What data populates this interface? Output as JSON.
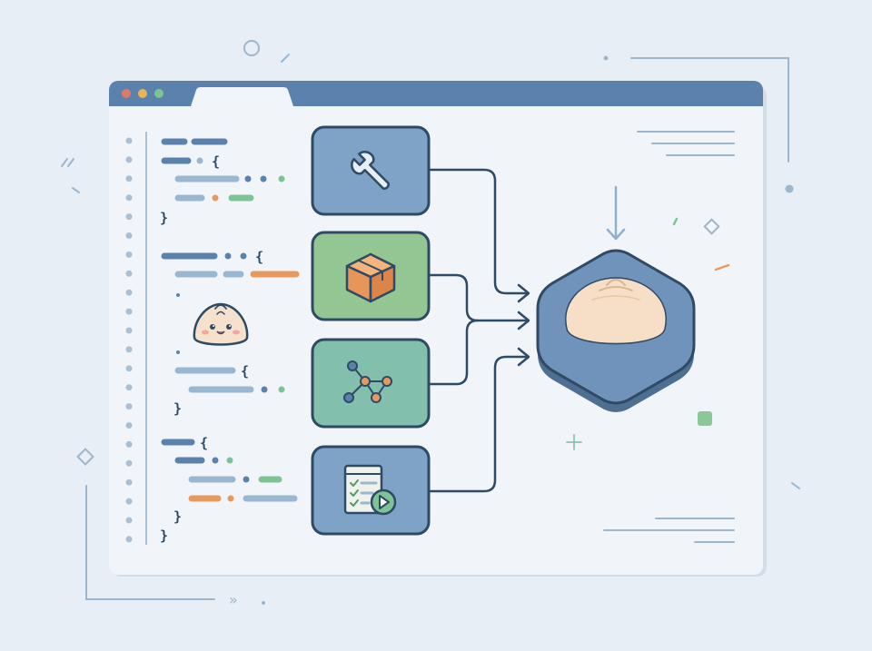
{
  "colors": {
    "background": "#e7eef5",
    "window_body": "#f1f5fa",
    "titlebar": "#5a82ad",
    "tab": "#f1f5fa",
    "outline": "#2f4a64",
    "line_blue": "#8fb0cc",
    "code_dark": "#5a82ad",
    "code_light": "#9ab7d2",
    "accent_orange": "#e89a5e",
    "accent_green": "#7ec396",
    "dot_red": "#e07a66",
    "dot_yellow": "#eab455",
    "dot_green": "#7ec396",
    "tool_box_blue": "#7fa3c6",
    "tool_box_green": "#93c693",
    "tool_box_teal": "#82c0ad",
    "hub_fill": "#6f93ba",
    "bun_fill": "#f6dfc6"
  },
  "window": {
    "traffic_lights": [
      "close-dot",
      "minimize-dot",
      "zoom-dot"
    ]
  },
  "tools": [
    {
      "icon": "wrench-icon",
      "fill_key": "tool_box_blue"
    },
    {
      "icon": "package-box-icon",
      "fill_key": "tool_box_green"
    },
    {
      "icon": "node-graph-icon",
      "fill_key": "tool_box_teal"
    },
    {
      "icon": "test-checklist-icon",
      "fill_key": "tool_box_blue"
    }
  ],
  "hub": {
    "icon": "bun-dumpling-icon"
  },
  "mascot": {
    "icon": "bun-mascot-icon"
  },
  "code_glyphs": {
    "open_brace": "{",
    "close_brace": "}"
  }
}
